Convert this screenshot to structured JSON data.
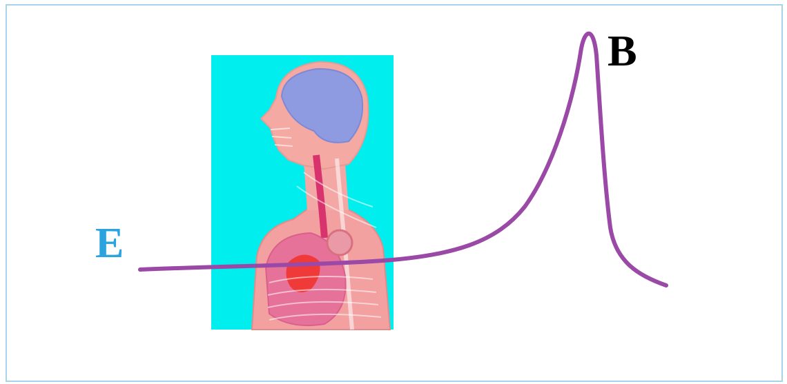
{
  "labels": {
    "start": "E",
    "peak": "B"
  },
  "colors": {
    "frame_border": "#a9d3ea",
    "panel_background": "#00eeee",
    "curve": "#9b49a6",
    "label_start": "#2aa3df",
    "label_peak": "#000000"
  },
  "illustration": {
    "subject": "human-head-and-torso-anatomy",
    "icon": "anatomy-illustration-icon"
  }
}
